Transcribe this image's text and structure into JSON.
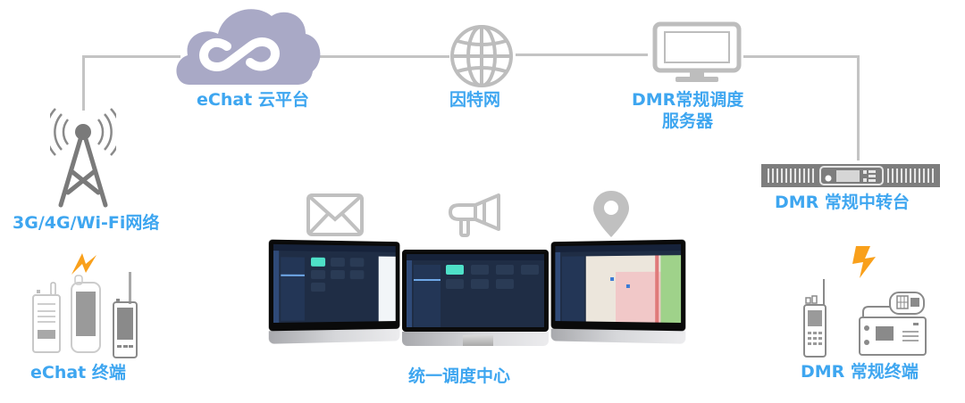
{
  "diagram": {
    "nodes": {
      "cloud": {
        "label": "eChat 云平台",
        "icon": "cloud-infinity-icon"
      },
      "internet": {
        "label": "因特网",
        "icon": "globe-icon"
      },
      "dmr_server": {
        "label_line1": "DMR常规调度",
        "label_line2": "服务器",
        "icon": "monitor-icon"
      },
      "tower": {
        "label": "3G/4G/Wi-Fi网络",
        "icon": "cell-tower-icon"
      },
      "repeater": {
        "label": "DMR 常规中转台",
        "icon": "rack-repeater-icon"
      },
      "echat_terminals": {
        "label": "eChat 终端",
        "icon": "handheld-devices-icon"
      },
      "dmr_terminals": {
        "label": "DMR 常规终端",
        "icon": "radio-terminals-icon"
      },
      "dispatch_center": {
        "label": "统一调度中心",
        "icon": "monitor-array-icon"
      }
    },
    "feature_icons": [
      "mail-icon",
      "megaphone-icon",
      "location-pin-icon"
    ],
    "colors": {
      "label": "#3ea6f0",
      "line": "#c4c4c4",
      "icon_gray": "#bdbdbd",
      "cloud": "#a9a9c6",
      "lightning": "#f9a01b",
      "screen_bg": "#1f2d45"
    }
  }
}
